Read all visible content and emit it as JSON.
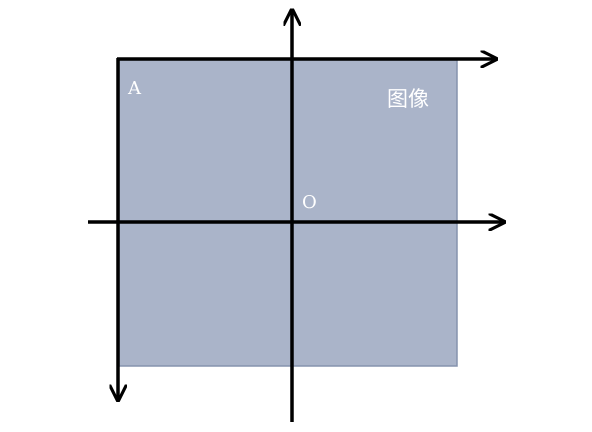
{
  "diagram": {
    "image_region_label": "图像",
    "corner_origin_label": "A",
    "center_origin_label": "O"
  },
  "colors": {
    "image_fill": "#aab4c9",
    "image_border": "#8593ad",
    "axis": "#000000",
    "label": "#ffffff"
  }
}
